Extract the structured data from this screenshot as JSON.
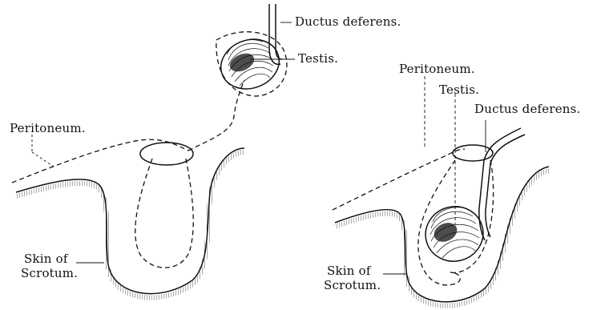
{
  "left_figure": {
    "labels": {
      "ductus_deferens": "Ductus deferens.",
      "testis": "Testis.",
      "peritoneum": "Peritoneum.",
      "skin_of_scrotum_line1": "Skin of",
      "skin_of_scrotum_line2": "Scrotum."
    }
  },
  "right_figure": {
    "labels": {
      "peritoneum": "Peritoneum.",
      "testis": "Testis.",
      "ductus_deferens": "Ductus deferens.",
      "skin_of_scrotum_line1": "Skin of",
      "skin_of_scrotum_line2": "Scrotum."
    }
  }
}
